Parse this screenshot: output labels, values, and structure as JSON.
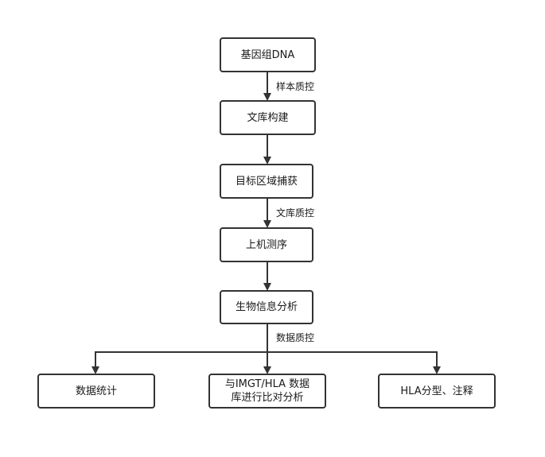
{
  "nodes": {
    "genomic_dna": "基因组DNA",
    "library_construction": "文库构建",
    "target_capture": "目标区域捕获",
    "sequencing": "上机测序",
    "bioinformatics": "生物信息分析",
    "data_statistics": "数据统计",
    "imgt_compare_line1": "与IMGT/HLA 数据",
    "imgt_compare_line2": "库进行比对分析",
    "hla_typing": "HLA分型、注释"
  },
  "edges": {
    "sample_qc": "样本质控",
    "library_qc": "文库质控",
    "data_qc": "数据质控"
  }
}
